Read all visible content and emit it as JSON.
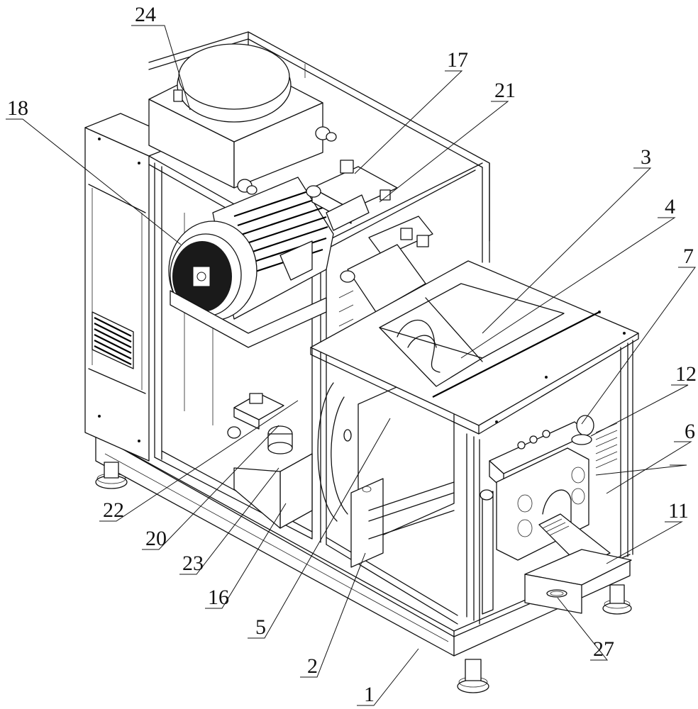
{
  "figure": {
    "type": "patent-line-drawing",
    "description": "Isometric view of a machine assembly with frame, motor, reservoir, hydraulic valves, hopper and discharge chute",
    "colors": {
      "line": "#111111",
      "background": "#ffffff"
    }
  },
  "callouts": [
    {
      "id": "c24",
      "text": "24",
      "part": "reservoir-breather"
    },
    {
      "id": "c18",
      "text": "18",
      "part": "motor"
    },
    {
      "id": "c17",
      "text": "17",
      "part": "valve-block"
    },
    {
      "id": "c21",
      "text": "21",
      "part": "solenoid-valve"
    },
    {
      "id": "c3",
      "text": "3",
      "part": "feed-hopper"
    },
    {
      "id": "c4",
      "text": "4",
      "part": "screw-feeder"
    },
    {
      "id": "c7",
      "text": "7",
      "part": "pipe-elbow"
    },
    {
      "id": "c12",
      "text": "12",
      "part": "side-panel"
    },
    {
      "id": "c6",
      "text": "6",
      "part": "die-block"
    },
    {
      "id": "c11",
      "text": "11",
      "part": "discharge-chute"
    },
    {
      "id": "c22",
      "text": "22",
      "part": "filter"
    },
    {
      "id": "c20",
      "text": "20",
      "part": "pump-fitting"
    },
    {
      "id": "c23",
      "text": "23",
      "part": "oil-filter-cap"
    },
    {
      "id": "c16",
      "text": "16",
      "part": "tank-box"
    },
    {
      "id": "c5",
      "text": "5",
      "part": "press-cylinder"
    },
    {
      "id": "c2",
      "text": "2",
      "part": "frame"
    },
    {
      "id": "c1",
      "text": "1",
      "part": "base"
    },
    {
      "id": "c27",
      "text": "27",
      "part": "drawer-handle"
    }
  ]
}
